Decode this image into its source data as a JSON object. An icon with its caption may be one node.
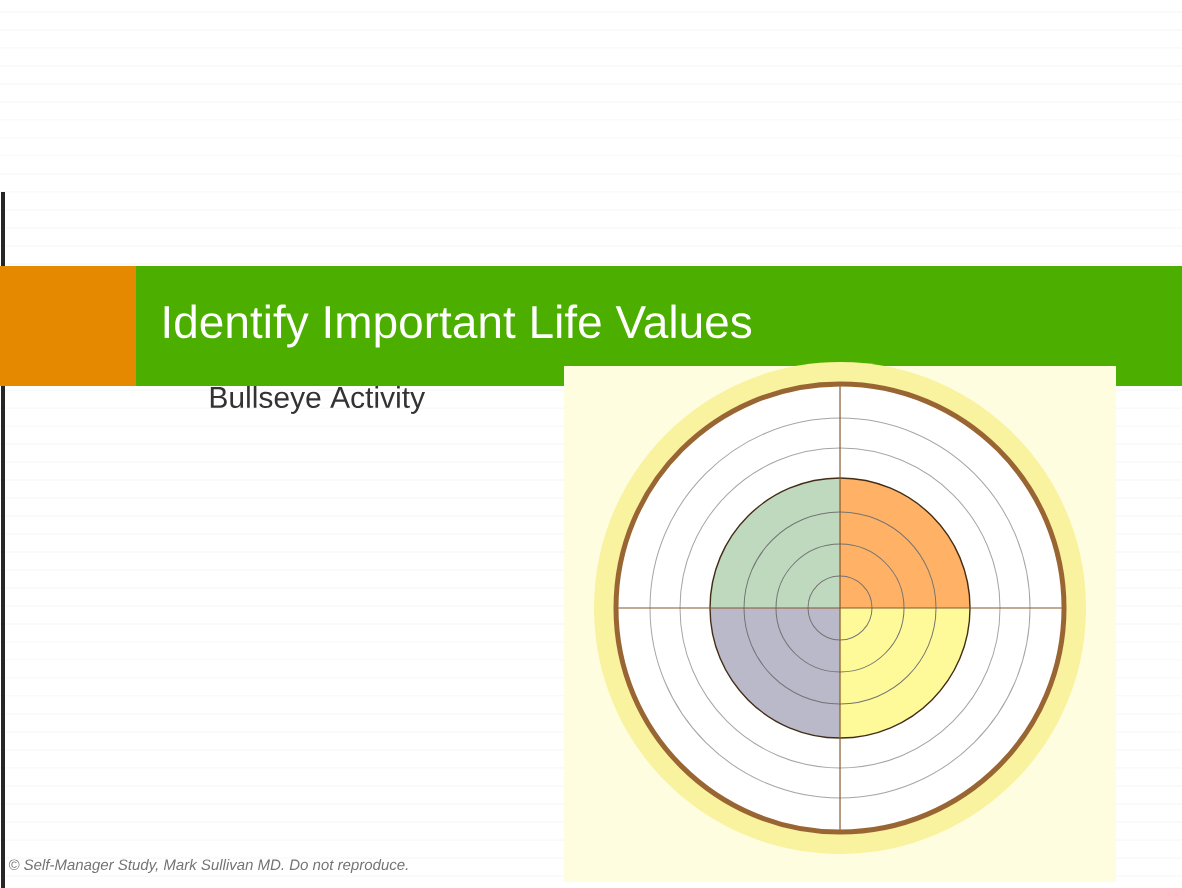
{
  "diagram": {
    "title": "Identify Important Life Values",
    "labels": [
      "Bullseye Activity",
      "© Self-Manager Study, Mark Sullivan MD. Do not reproduce."
    ]
  }
}
